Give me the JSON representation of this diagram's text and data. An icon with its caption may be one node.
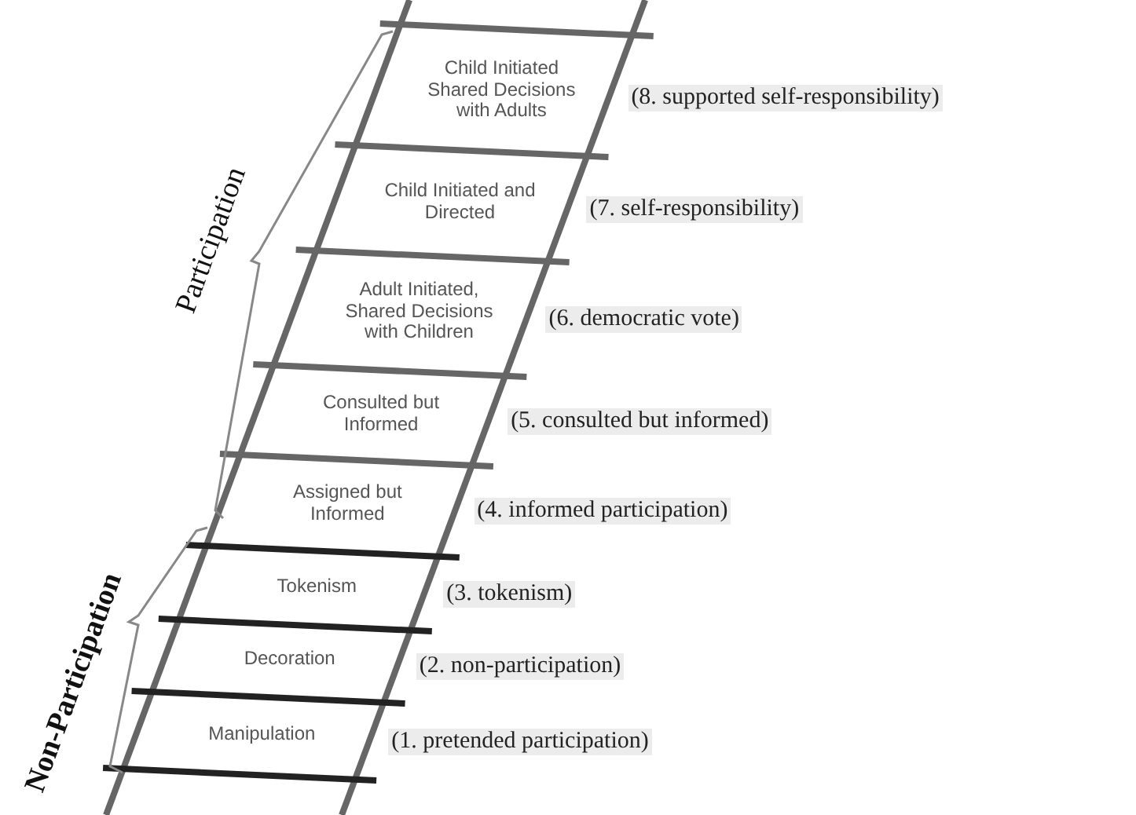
{
  "diagram": {
    "nodes": [
      {
        "text": [
          "Child Initiated Shared Decisions with Adults"
        ],
        "beside": [
          "(8. supported self-responsibility)"
        ]
      },
      {
        "text": [
          "Child Initiated and Directed"
        ],
        "beside": [
          "(7. self-responsibility)"
        ]
      },
      {
        "text": [
          "Adult Initiated, Shared Decisions with Children"
        ],
        "beside": [
          "(6. democratic vote)"
        ]
      },
      {
        "text": [
          "Consulted but Informed"
        ],
        "beside": [
          "(5. consulted but informed)"
        ]
      },
      {
        "text": [
          "Assigned but Informed"
        ],
        "beside": [
          "(4. informed participation)"
        ]
      },
      {
        "text": [
          "Tokenism"
        ],
        "beside": [
          "(3. tokenism)"
        ]
      },
      {
        "text": [
          "Decoration"
        ],
        "beside": [
          "(2. non-participation)"
        ]
      },
      {
        "text": [
          "Manipulation"
        ],
        "beside": [
          "(1. pretended participation)"
        ]
      }
    ],
    "edges": [],
    "labels": [
      "Participation",
      "Non-Participation"
    ]
  }
}
